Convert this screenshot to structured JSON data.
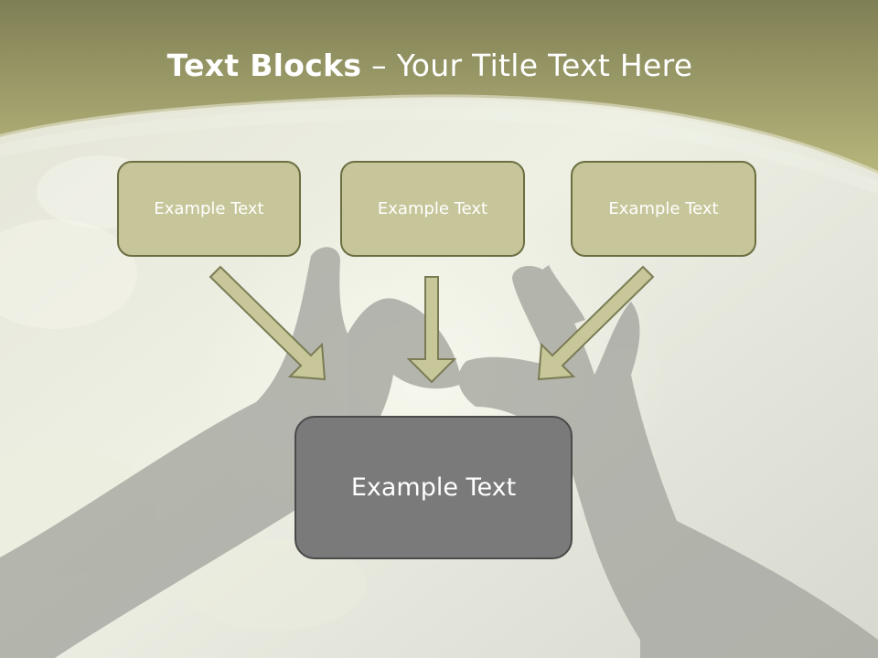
{
  "title": {
    "bold": "Text Blocks",
    "separator": " – ",
    "rest": "Your Title Text Here"
  },
  "boxes": [
    {
      "label": "Example Text"
    },
    {
      "label": "Example Text"
    },
    {
      "label": "Example Text"
    }
  ],
  "main_box": {
    "label": "Example Text"
  },
  "colors": {
    "header_band": "#a8a86c",
    "box_fill": "#c7c69a",
    "box_border": "#6c6e42",
    "main_box_fill": "#7a7a7a",
    "arrow_fill": "#c8c79a",
    "hands_silhouette": "#a9aaa3"
  }
}
